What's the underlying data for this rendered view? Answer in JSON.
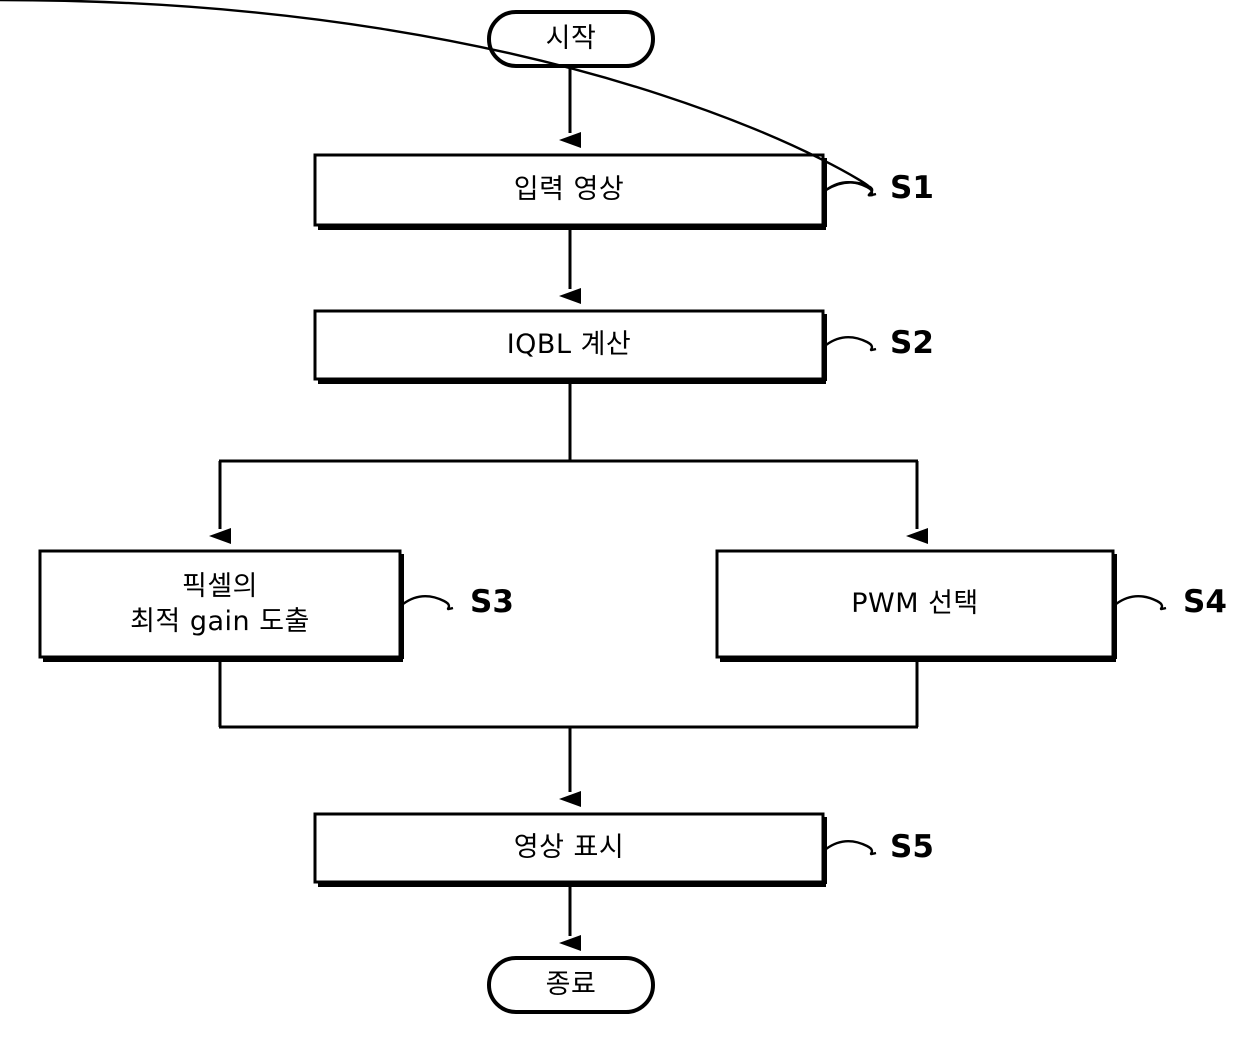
{
  "diagram": {
    "type": "flowchart",
    "language": "ko",
    "background_color": "#ffffff",
    "line_color": "#000000",
    "terminals": {
      "start": {
        "label": "시작",
        "shape": "stadium"
      },
      "end": {
        "label": "종료",
        "shape": "stadium"
      }
    },
    "steps": [
      {
        "id": "S1",
        "label": "입력 영상",
        "tag": "S1",
        "shape": "rect"
      },
      {
        "id": "S2",
        "label": "IQBL 계산",
        "tag": "S2",
        "shape": "rect"
      },
      {
        "id": "S3",
        "label_line1": "픽셀의",
        "label_line2": "최적 gain 도출",
        "tag": "S3",
        "shape": "rect"
      },
      {
        "id": "S4",
        "label": "PWM 선택",
        "tag": "S4",
        "shape": "rect"
      },
      {
        "id": "S5",
        "label": "영상 표시",
        "tag": "S5",
        "shape": "rect"
      }
    ],
    "icons": {
      "arrowhead": "arrow-down-icon",
      "leader": "squiggly-leader-line"
    }
  }
}
